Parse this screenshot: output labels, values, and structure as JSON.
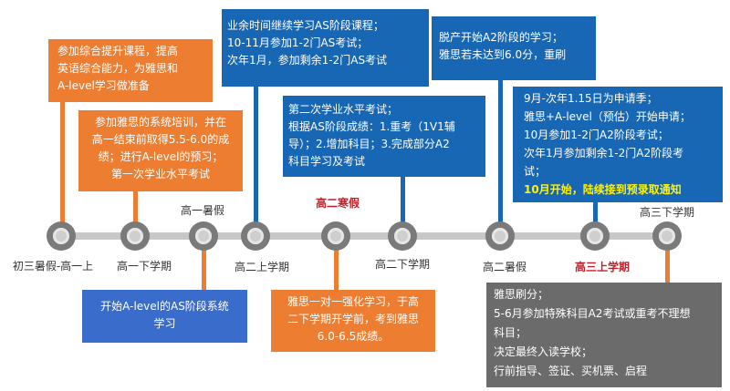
{
  "colors": {
    "orange": "#ED7D31",
    "blue": "#1767B5",
    "light_blue": "#3A6CCB",
    "gray": "#6B6B6B",
    "highlight_red": "#C0202A",
    "highlight_yellow": "#FFF200"
  },
  "timeline": {
    "stages": [
      {
        "label": "初三暑假-高一上"
      },
      {
        "label": "高一下学期"
      },
      {
        "label": "高一暑假"
      },
      {
        "label": "高二上学期"
      },
      {
        "label": "高二寒假",
        "highlight": true
      },
      {
        "label": "高二下学期"
      },
      {
        "label": "高二暑假"
      },
      {
        "label": "高三上学期",
        "highlight": true
      },
      {
        "label": "高三下学期"
      }
    ]
  },
  "boxes": {
    "b1": [
      "参加综合提升课程，提高",
      "英语综合能力，为雅思和",
      "A-level学习做准备"
    ],
    "b2": [
      "参加雅思的系统培训，并在",
      "高一结束前取得5.5-6.0的成",
      "绩；进行A-level的预习；",
      "第一次学业水平考试"
    ],
    "b3": [
      "业余时间继续学习AS阶段课程；",
      "10-11月参加1-2门AS考试；",
      "次年1月，参加剩余1-2门AS考试"
    ],
    "b4": [
      "第二次学业水平考试；",
      "根据AS阶段成绩：1.重考（1V1辅",
      "导）；2.增加科目；3.完成部分A2",
      "科目学习及考试"
    ],
    "b5": [
      "脱产开始A2阶段的学习；",
      "雅思若未达到6.0分，重刷"
    ],
    "b6": [
      "9月-次年1.15日为申请季；",
      "雅思+A-level（预估）开始申请；",
      "10月参加1-2门A2阶段考试；",
      "次年1月参加剩余1-2门A2阶段考",
      "试；"
    ],
    "b6_highlight": "10月开始，陆续接到预录取通知",
    "b7": [
      "开始A-level的AS阶段系统",
      "学习"
    ],
    "b8": [
      "雅思一对一强化学习，于高",
      "二下学期开学前，考到雅思",
      "6.0-6.5成绩。"
    ],
    "b9": [
      "雅思刷分；",
      "5-6月参加特殊科目A2考试或重考不理想",
      "科目；",
      "决定最终入读学校；",
      "行前指导、签证、买机票、启程"
    ]
  }
}
